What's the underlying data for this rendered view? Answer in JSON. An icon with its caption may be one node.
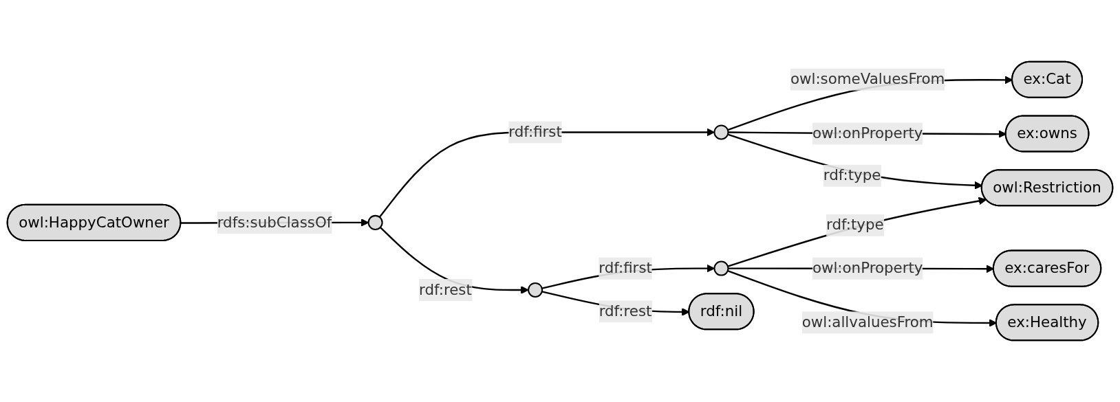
{
  "diagram": {
    "nodes": [
      {
        "text": [
          "owl:HappyCatOwner"
        ]
      },
      {
        "text": [],
        "shape": "circle"
      },
      {
        "text": [],
        "shape": "circle"
      },
      {
        "text": [
          "ex:Cat"
        ]
      },
      {
        "text": [
          "ex:owns"
        ]
      },
      {
        "text": [
          "owl:Restriction"
        ]
      },
      {
        "text": [],
        "shape": "circle"
      },
      {
        "text": [],
        "shape": "circle"
      },
      {
        "text": [
          "ex:caresFor"
        ]
      },
      {
        "text": [
          "ex:Healthy"
        ]
      },
      {
        "text": [
          "rdf:nil"
        ]
      }
    ],
    "edges": [
      {
        "from": 0,
        "to": 1,
        "arrow": "to",
        "label": "rdfs:subClassOf"
      },
      {
        "from": 1,
        "to": 2,
        "arrow": "to",
        "label": "rdf:first"
      },
      {
        "from": 2,
        "to": 3,
        "arrow": "to",
        "label": "owl:someValuesFrom"
      },
      {
        "from": 2,
        "to": 4,
        "arrow": "to",
        "label": "owl:onProperty"
      },
      {
        "from": 2,
        "to": 5,
        "arrow": "to",
        "label": "rdf:type"
      },
      {
        "from": 1,
        "to": 6,
        "arrow": "to",
        "label": "rdf:rest"
      },
      {
        "from": 6,
        "to": 7,
        "arrow": "to",
        "label": "rdf:first"
      },
      {
        "from": 7,
        "to": 5,
        "arrow": "to",
        "label": "rdf:type"
      },
      {
        "from": 7,
        "to": 8,
        "arrow": "to",
        "label": "owl:onProperty"
      },
      {
        "from": 7,
        "to": 9,
        "arrow": "to",
        "label": "owl:allvaluesFrom"
      },
      {
        "from": 6,
        "to": 10,
        "arrow": "to",
        "label": "rdf:rest"
      }
    ]
  }
}
